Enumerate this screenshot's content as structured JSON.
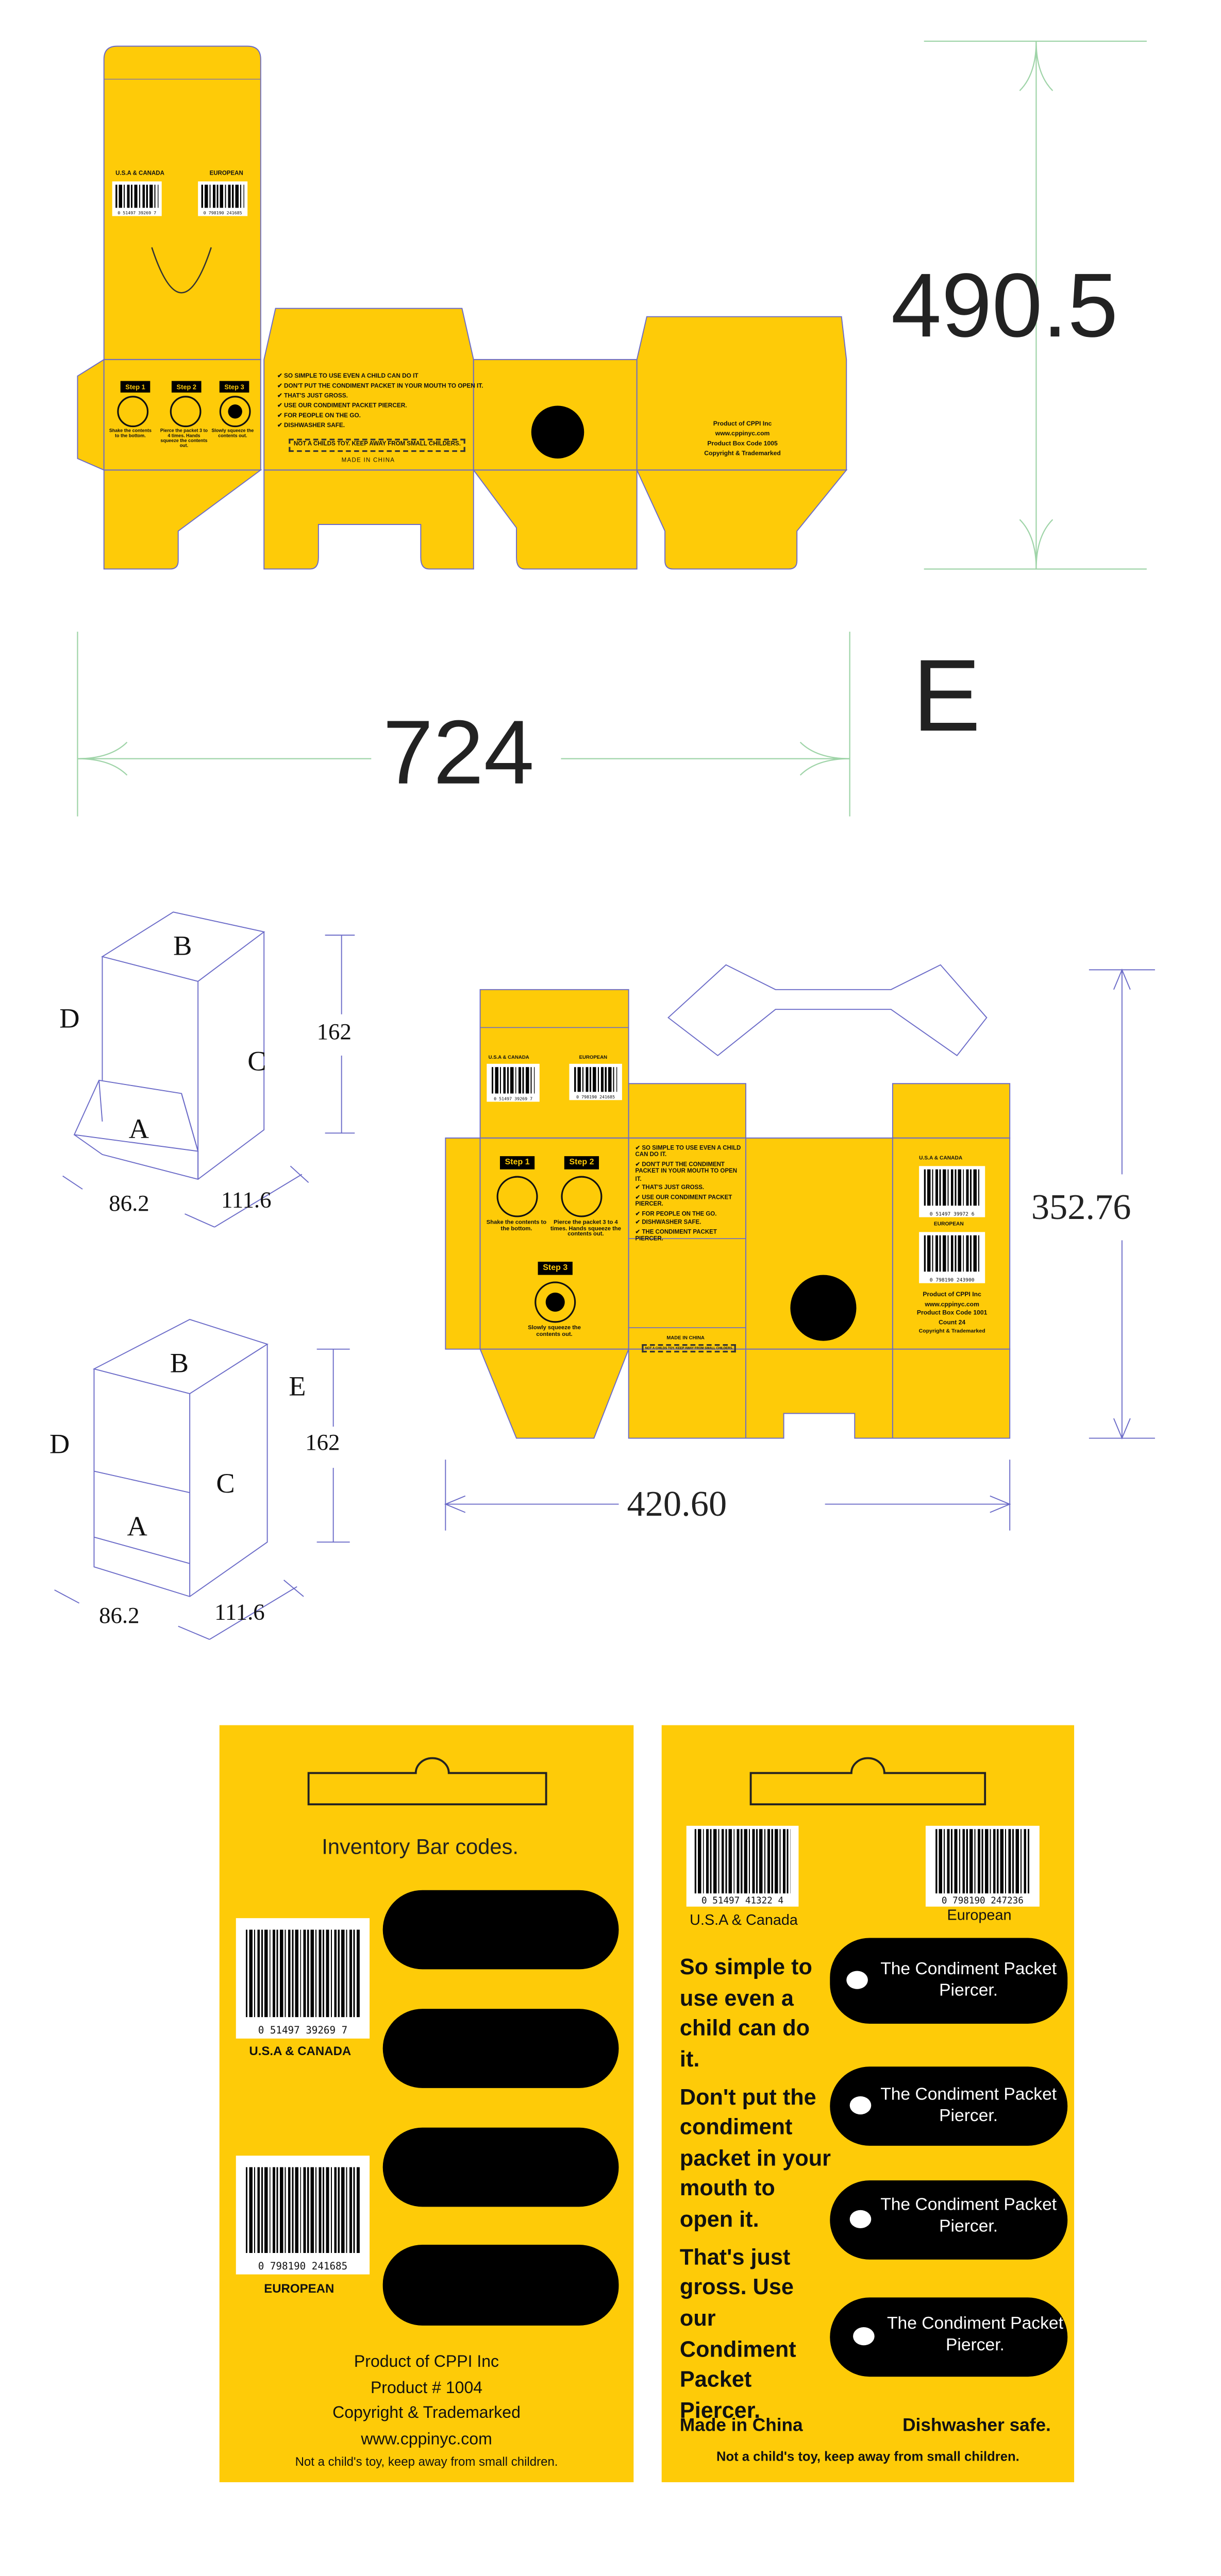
{
  "top_dieline": {
    "dimension_height": "490.5",
    "dimension_width": "724",
    "variant_letter": "E",
    "barcode_usa_label": "U.S.A & CANADA",
    "barcode_usa_digits": "0 51497 39269 7",
    "barcode_eu_label": "EUROPEAN",
    "barcode_eu_digits": "0 798190 241685",
    "steps": [
      {
        "label": "Step 1",
        "text": "Shake the contents to the bottom."
      },
      {
        "label": "Step 2",
        "text": "Pierce the packet 3 to 4 times. Hands squeeze the contents out."
      },
      {
        "label": "Step 3",
        "text": "Slowly squeeze the contents out."
      }
    ],
    "features": [
      "SO SIMPLE TO USE EVEN A CHILD CAN DO IT",
      "DON'T PUT THE CONDIMENT PACKET IN YOUR MOUTH TO OPEN IT.",
      "THAT'S JUST GROSS.",
      "USE OUR CONDIMENT PACKET PIERCER.",
      "FOR PEOPLE ON THE GO.",
      "DISHWASHER SAFE."
    ],
    "warning": "NOT A CHILDS TOY. KEEP AWAY FROM SMALL CHILDERS.",
    "made_in": "MADE IN CHINA",
    "info": [
      "Product of CPPI Inc",
      "www.cppinyc.com",
      "Product Box Code 1005",
      "Copyright & Trademarked"
    ]
  },
  "sketch1": {
    "B": "B",
    "C": "C",
    "D": "D",
    "A": "A",
    "height": "162",
    "depth": "86.2",
    "width": "111.6"
  },
  "sketch2": {
    "B": "B",
    "C": "C",
    "D": "D",
    "A": "A",
    "E": "E",
    "height": "162",
    "depth": "86.2",
    "width": "111.6"
  },
  "mid_dieline": {
    "dimension_height": "352.76",
    "dimension_width": "420.60",
    "barcode_usa_label": "U.S.A & CANADA",
    "barcode_usa_digits": "0 51497 39269 7",
    "barcode_eu_label": "EUROPEAN",
    "barcode_eu_digits": "0 798190 241685",
    "steps": [
      {
        "label": "Step 1",
        "text": "Shake the contents to the bottom."
      },
      {
        "label": "Step 2",
        "text": "Pierce the packet 3 to 4 times. Hands squeeze the contents out."
      },
      {
        "label": "Step 3",
        "text": "Slowly squeeze the contents out."
      }
    ],
    "features": [
      "SO SIMPLE TO USE EVEN A CHILD CAN DO IT.",
      "DON'T PUT THE CONDIMENT PACKET IN YOUR MOUTH TO OPEN IT.",
      "THAT'S JUST GROSS.",
      "USE OUR CONDIMENT PACKET PIERCER.",
      "FOR PEOPLE ON THE GO.",
      "DISHWASHER SAFE.",
      "THE CONDIMENT PACKET PIERCER."
    ],
    "made_in": "MADE IN CHINA",
    "warning": "NOT A CHILDS TOY. KEEP AWAY FROM SMALL CHILDERS.",
    "side_usa_label": "U.S.A & CANADA",
    "side_usa_digits": "0 51497 39972 6",
    "side_eu_label": "EUROPEAN",
    "side_eu_digits": "0 798190 243900",
    "info": [
      "Product of CPPI Inc",
      "www.cppinyc.com",
      "Product Box Code 1001",
      "Count 24",
      "Copyright & Trademarked"
    ]
  },
  "card_left": {
    "title": "Inventory  Bar codes.",
    "barcode_usa_digits": "0 51497 39269 7",
    "barcode_usa_label": "U.S.A & CANADA",
    "barcode_eu_digits": "0 798190 241685",
    "barcode_eu_label": "EUROPEAN",
    "info": [
      "Product of CPPI Inc",
      "Product # 1004",
      "Copyright & Trademarked",
      "www.cppinyc.com"
    ],
    "warning": "Not a child's toy, keep away from small children."
  },
  "card_right": {
    "barcode_usa_digits": "0 51497 41322 4",
    "barcode_usa_label": "U.S.A & Canada",
    "barcode_eu_digits": "0 798190 247236",
    "barcode_eu_label": "European",
    "slogans": [
      "So simple to use even a child can do it.",
      "Don't put the condiment packet in your mouth to open it.",
      "That's just gross. Use our Condiment Packet Piercer."
    ],
    "pills": [
      "The Condiment Packet Piercer.",
      "The Condiment Packet Piercer.",
      "The Condiment Packet Piercer.",
      "The Condiment Packet Piercer."
    ],
    "made_in": "Made in China",
    "dishwasher": "Dishwasher safe.",
    "warning": "Not a child's toy, keep away from small children."
  },
  "colors": {
    "yellow": "#FECB08",
    "dieline": "#6b6bc8",
    "dimension": "#9fd4a8"
  }
}
